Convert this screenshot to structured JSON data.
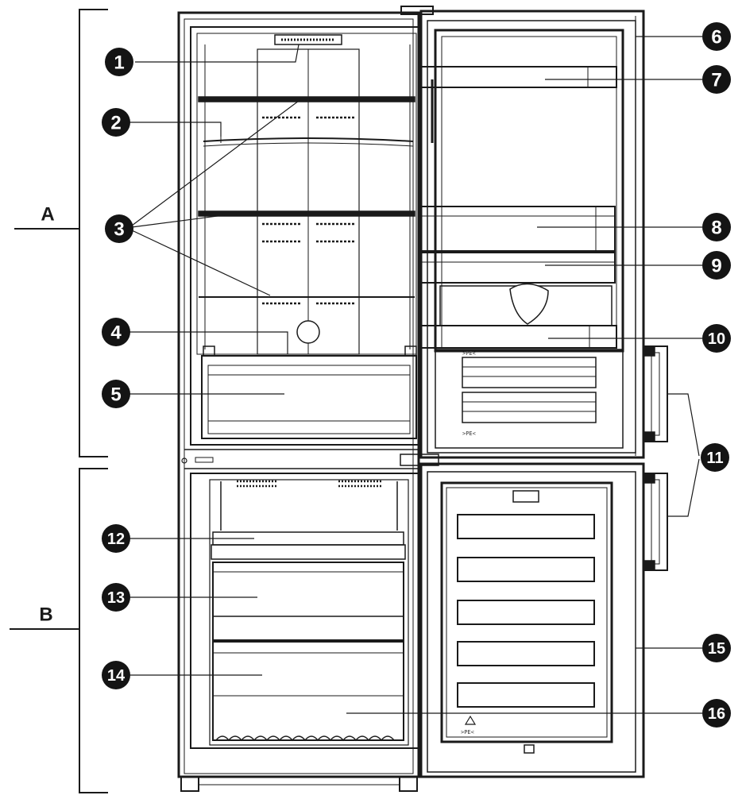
{
  "sections": [
    {
      "id": "A",
      "label": "A"
    },
    {
      "id": "B",
      "label": "B"
    }
  ],
  "callouts": [
    {
      "id": "1",
      "label": "1"
    },
    {
      "id": "2",
      "label": "2"
    },
    {
      "id": "3",
      "label": "3"
    },
    {
      "id": "4",
      "label": "4"
    },
    {
      "id": "5",
      "label": "5"
    },
    {
      "id": "6",
      "label": "6"
    },
    {
      "id": "7",
      "label": "7"
    },
    {
      "id": "8",
      "label": "8"
    },
    {
      "id": "9",
      "label": "9"
    },
    {
      "id": "10",
      "label": "10"
    },
    {
      "id": "11",
      "label": "11"
    },
    {
      "id": "12",
      "label": "12"
    },
    {
      "id": "13",
      "label": "13"
    },
    {
      "id": "14",
      "label": "14"
    },
    {
      "id": "15",
      "label": "15"
    },
    {
      "id": "16",
      "label": "16"
    }
  ],
  "door_marks": {
    "upper_top": ">PE<",
    "upper_bottom": ">PE<",
    "lower": ">PE<"
  },
  "colors": {
    "line": "#1a1a1a",
    "callout_fill": "#141414",
    "callout_text": "#ffffff"
  }
}
